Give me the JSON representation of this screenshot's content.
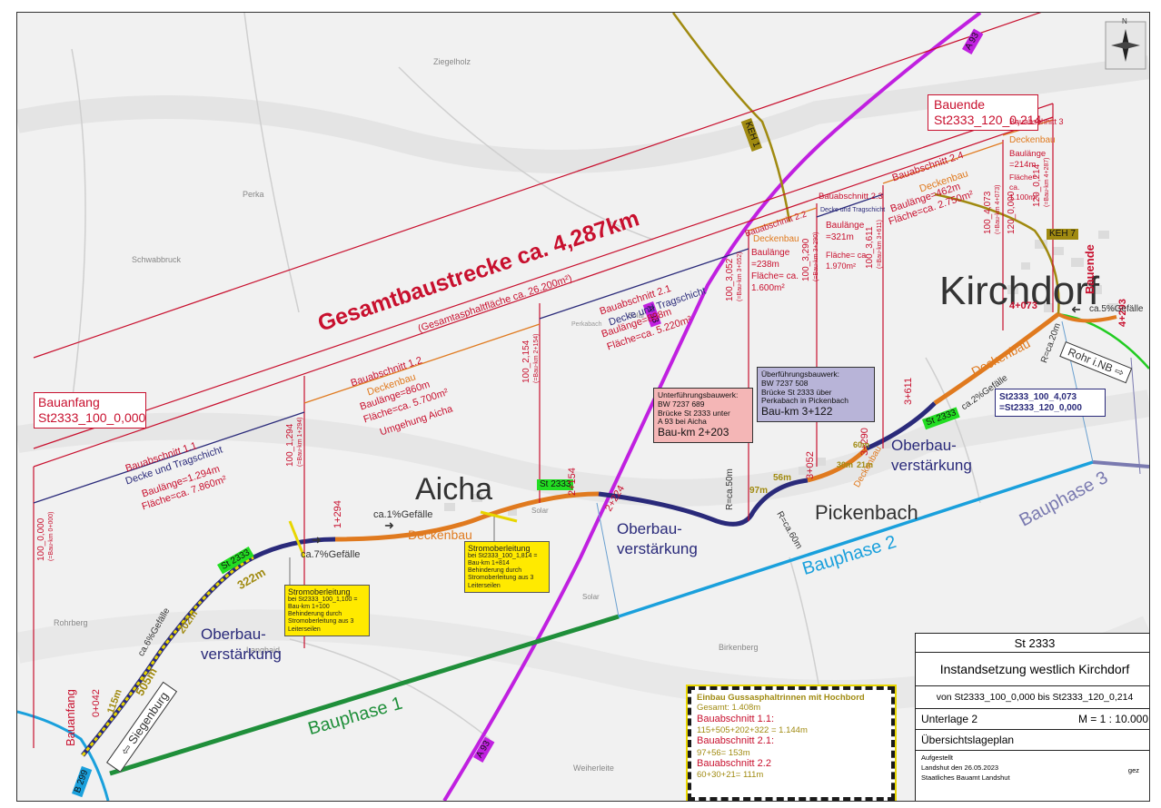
{
  "map": {
    "places": {
      "aicha": "Aicha",
      "kirchdorf": "Kirchdorf",
      "pickenbach": "Pickenbach",
      "ziegelholz": "Ziegelholz",
      "perka": "Perka",
      "schwabbruck": "Schwabbruck",
      "rohrberg": "Rohrberg",
      "langhaid": "Langhaid",
      "birkenberg": "Birkenberg",
      "weiherleite": "Weiherleite",
      "solar1": "Solar",
      "solar2": "Solar",
      "solar3": "Solar",
      "perkabach": "Perkabach"
    },
    "roads": {
      "a93_top": "A 93",
      "a93_mid": "A 93",
      "a93_bottom": "A 93",
      "keh1": "KEH 1",
      "keh7": "KEH 7",
      "b299": "B 299",
      "st2333_a": "St 2333",
      "st2333_b": "St 2333",
      "st2333_c": "St 2333"
    },
    "total": {
      "title": "Gesamtbaustrecke ca. 4,287km",
      "subtitle": "(Gesamtasphaltfläche ca. 26.200m²)"
    },
    "bauanfang": {
      "label": "Bauanfang",
      "code": "St2333_100_0,000"
    },
    "bauende": {
      "label": "Bauende",
      "code": "St2333_120_0,214"
    },
    "sections": {
      "s11": {
        "name": "Bauabschnitt 1.1",
        "type": "Decke und Tragschicht",
        "length": "Baulänge=1.294m",
        "area": "Fläche=ca. 7.860m²"
      },
      "s12": {
        "name": "Bauabschnitt 1.2",
        "type": "Deckenbau",
        "length": "Baulänge=860m",
        "area": "Fläche=ca. 5.700m²",
        "note": "Umgehung Aicha"
      },
      "s21": {
        "name": "Bauabschnitt 2.1",
        "type": "Decke und Tragschicht",
        "length": "Baulänge=898m",
        "area": "Fläche=ca. 5.220m²"
      },
      "s22": {
        "name": "Bauabschnitt 2.2",
        "type": "Deckenbau",
        "length": "Baulänge =238m",
        "area": "Fläche= ca. 1.600m²"
      },
      "s23": {
        "name": "Bauabschnitt 2.3",
        "type": "Decke und Tragschicht",
        "length": "Baulänge =321m",
        "area": "Fläche= ca. 1.970m²"
      },
      "s24": {
        "name": "Bauabschnitt 2.4",
        "type": "Deckenbau",
        "length": "Baulänge=462m",
        "area": "Fläche=ca. 2.750m²"
      },
      "s3": {
        "name": "Bauabschnitt 3",
        "type": "Deckenbau",
        "length": "Baulänge =214m",
        "area": "Fläche= ca. 1.100m²"
      }
    },
    "stations": {
      "a": "100_0,000",
      "a_sub": "(=Bau-km 0+000)",
      "b": "100_1,294",
      "b_sub": "(=Bau-km 1+294)",
      "c": "100_2,154",
      "c_sub": "(=Bau-km 2+154)",
      "d": "100_3,052",
      "d_sub": "(=Bau-km 3+052)",
      "e": "100_3,290",
      "e_sub": "(=Bau-km 3+290)",
      "f": "100_3,611",
      "f_sub": "(=Bau-km 3+611)",
      "g": "100_4,073",
      "g_sub": "(=Bau-km 4+073)",
      "h": "120_0,000",
      "i": "120_0,214",
      "i_sub": "(=Bau-km 4+287)"
    },
    "km": {
      "k0042": "0+042",
      "k1294": "1+294",
      "k2154": "2+154",
      "k2224": "2+224",
      "k3052": "3+052",
      "k3290": "3+290",
      "k3611": "3+611",
      "k4073": "4+073",
      "k4293": "4+293"
    },
    "labels": {
      "oberbau1": "Oberbau-",
      "oberbau1b": "verstärkung",
      "oberbau2": "Oberbau-",
      "oberbau2b": "verstärkung",
      "oberbau3": "Oberbau-",
      "oberbau3b": "verstärkung",
      "deckenbau_mid": "Deckenbau",
      "deckenbau_right": "Deckenbau",
      "deckenbau_pick": "Deckenbau",
      "gef1": "ca.1%Gefälle",
      "gef6": "ca.6%Gefälle",
      "gef7": "ca.7%Gefälle",
      "gef2": "ca.2%Gefälle",
      "gef5": "ca.5%Gefälle",
      "r50": "R=ca.50m",
      "r60": "R=ca.60m",
      "r20": "R=ca.20m",
      "m115": "115m",
      "m505": "505m",
      "m202": "202m",
      "m322": "322m",
      "m97": "97m",
      "m56": "56m",
      "m60": "60m",
      "m30": "30m",
      "m21": "21m",
      "siegenburg": "Siegenburg",
      "rohr": "Rohr i.NB"
    },
    "phases": {
      "p1": "Bauphase 1",
      "p2": "Bauphase 2",
      "p3": "Bauphase 3"
    },
    "strom1": {
      "title": "Stromoberleitung",
      "body": "bei St2333_100_1,100 = Bau-km 1+100 Behinderung durch Stromoberleitung aus 3 Leiterseilen"
    },
    "strom2": {
      "title": "Stromoberleitung",
      "body": "bei St2333_100_1,814 = Bau-km 1+814 Behinderung durch Stromoberleitung aus 3 Leiterseilen"
    },
    "unter": {
      "l1": "Unterführungsbauwerk:",
      "l2": "BW 7237 689",
      "l3": "Brücke St 2333 unter",
      "l4": "A 93 bei Aicha",
      "l5": "Bau-km 2+203"
    },
    "ueber": {
      "l1": "Überführungsbauwerk:",
      "l2": "BW 7237 508",
      "l3": "Brücke St 2333 über",
      "l4": "Perkabach in Pickenbach",
      "l5": "Bau-km 3+122"
    },
    "st_box": {
      "l1": "St2333_100_4,073",
      "l2": "=St2333_120_0,000"
    },
    "legend": {
      "title": "Einbau Gussasphaltrinnen mit Hochbord",
      "total": "Gesamt: 1.408m",
      "a1": "Bauabschnitt 1.1:",
      "a1v": "115+505+202+322 = 1.144m",
      "a2": "Bauabschnitt 2.1:",
      "a2v": "97+56= 153m",
      "a3": "Bauabschnitt 2.2",
      "a3v": "60+30+21= 111m"
    },
    "titleblock": {
      "road": "St 2333",
      "project": "Instandsetzung westlich Kirchdorf",
      "range": "von St2333_100_0,000 bis St2333_120_0,214",
      "unterlage": "Unterlage 2",
      "scale": "M = 1 : 10.000",
      "plan": "Übersichtslageplan",
      "aufgestellt": "Aufgestellt",
      "place_date": "Landshut den  26.05.2023",
      "gez": "gez",
      "office": "Staatliches Bauamt Landshut"
    },
    "north": "N"
  },
  "colors": {
    "red": "#c8102e",
    "navy": "#2a2a7a",
    "orange": "#e07a1f",
    "green": "#1f8f3a",
    "cyan": "#1aa0dc",
    "lavender": "#7a7ab0",
    "magenta": "#c020e0",
    "olive": "#a08a10",
    "yellow": "#ffea00"
  }
}
